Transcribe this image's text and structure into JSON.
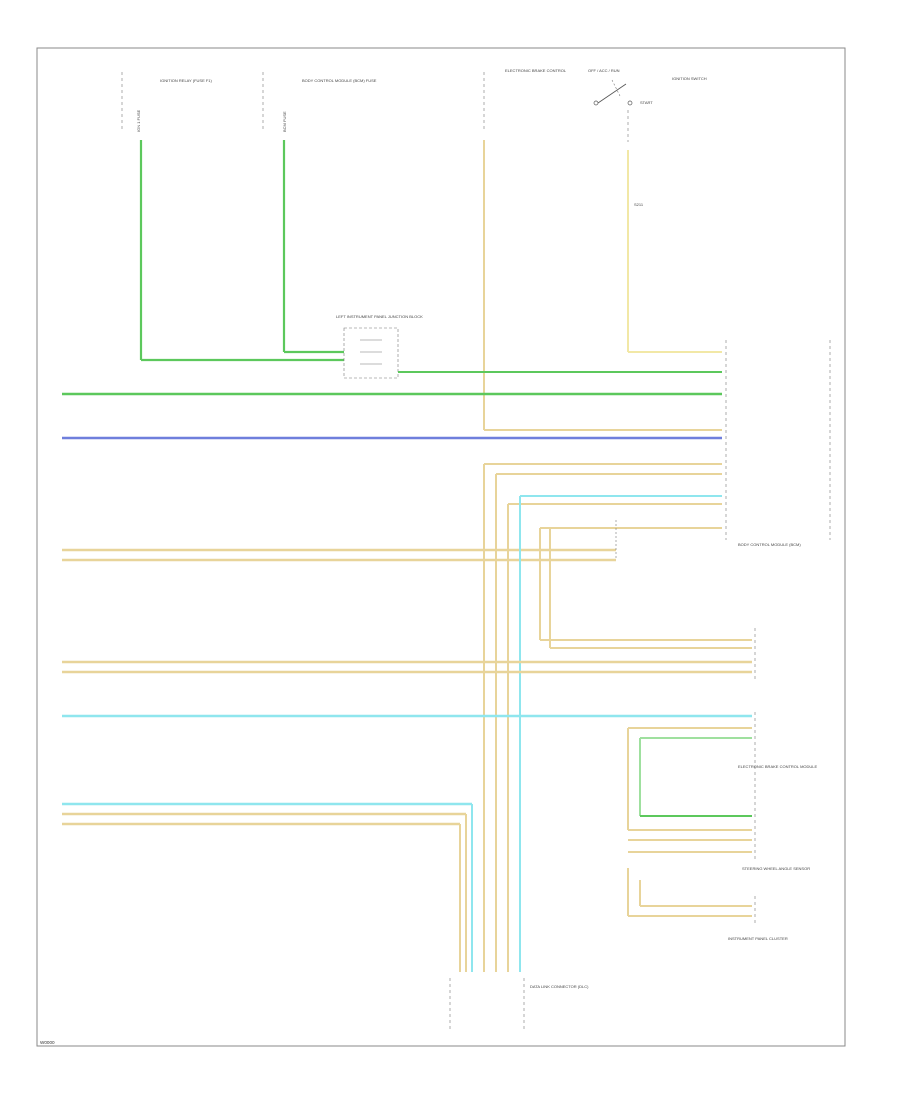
{
  "footer_code": "W0000",
  "colors": {
    "green": "#5cc85c",
    "light_green": "#9fe09f",
    "blue": "#6f7fdc",
    "tan": "#e8d49a",
    "yellow": "#f2e8a6",
    "cyan": "#8fe6ee",
    "frame": "#8a8a8a"
  },
  "top_labels": {
    "label_1": "IGNITION RELAY (FUSE F1)",
    "label_2": "BODY CONTROL MODULE (BCM) FUSE",
    "label_3": "ELECTRONIC BRAKE CONTROL",
    "ignition_switch": "IGNITION SWITCH",
    "switch_positions": [
      "OFF / ACC / RUN",
      "START"
    ]
  },
  "connector_labels": {
    "junction_block": "LEFT INSTRUMENT PANEL JUNCTION BLOCK",
    "splice": "S211",
    "module_1": "BODY CONTROL MODULE (BCM)",
    "module_2": "ELECTRONIC BRAKE CONTROL MODULE",
    "module_3": "STEERING WHEEL ANGLE SENSOR",
    "module_4": "INSTRUMENT PANEL CLUSTER",
    "bottom_connector": "DATA LINK CONNECTOR (DLC)"
  }
}
